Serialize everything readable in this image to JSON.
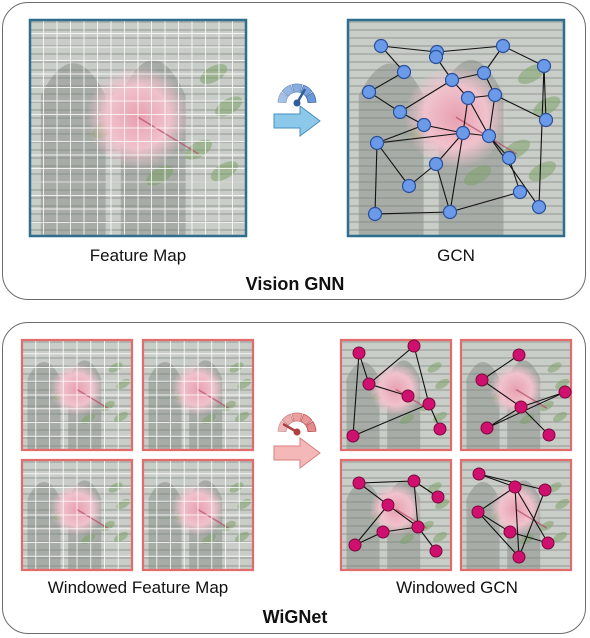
{
  "vision_gnn": {
    "title": "Vision GNN",
    "left_caption": "Feature Map",
    "right_caption": "GCN",
    "accent": "#2e6f8e",
    "node_color": "#6a9ae8",
    "arrow_color": "#8cc8ea"
  },
  "wignet": {
    "title": "WiGNet",
    "left_caption": "Windowed Feature Map",
    "right_caption": "Windowed GCN",
    "accent": "#e46b6b",
    "node_color": "#d0106e",
    "arrow_color": "#f5b8b8"
  },
  "icons": [
    "speedometer-fast-icon",
    "speedometer-slow-icon",
    "right-arrow-icon"
  ]
}
